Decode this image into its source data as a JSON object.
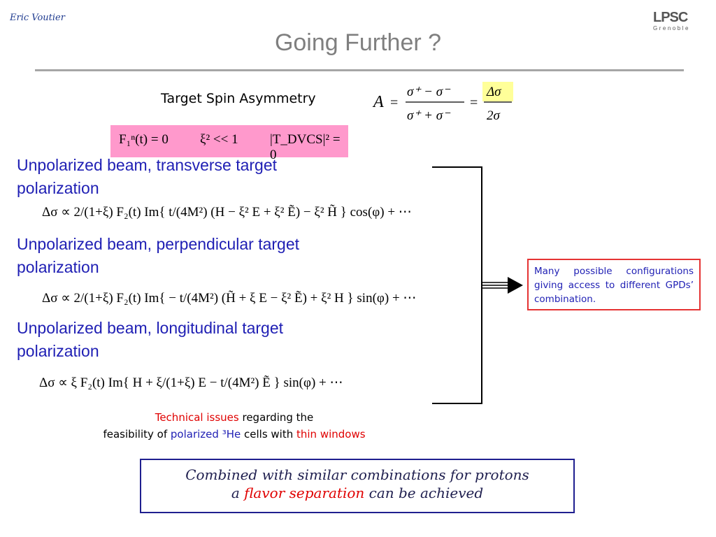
{
  "slide": {
    "author": "Eric Voutier",
    "logo_main": "LPSC",
    "logo_sub": "Grenoble",
    "title": "Going Further ?"
  },
  "asymmetry": {
    "label": "Target Spin Asymmetry",
    "A": "A",
    "num_a": "σ⁺ − σ⁻",
    "den_a": "σ⁺ + σ⁻",
    "num_b": "Δσ",
    "den_b": "2σ"
  },
  "conditions": {
    "c1": "F₁ⁿ(t) = 0",
    "c2": "ξ² << 1",
    "c3": "|T_DVCS|² = 0"
  },
  "sections": [
    {
      "heading_line1": "Unpolarized beam, transverse target",
      "heading_line2": "polarization",
      "formula": "Δσ ∝ 2/(1+ξ) F₂(t) Im{ t/(4M²) (H − ξ² E + ξ² Ẽ) − ξ² H̃ } cos(φ) + ⋯"
    },
    {
      "heading_line1": "Unpolarized beam, perpendicular target",
      "heading_line2": "polarization",
      "formula": "Δσ ∝ 2/(1+ξ) F₂(t) Im{ − t/(4M²) (H̃ + ξ E − ξ² Ẽ) + ξ² H } sin(φ) + ⋯"
    },
    {
      "heading_line1": "Unpolarized beam, longitudinal target",
      "heading_line2": "polarization",
      "formula": "Δσ ∝ ξ F₂(t) Im{ H + ξ/(1+ξ) E − t/(4M²) Ẽ } sin(φ) + ⋯"
    }
  ],
  "note": {
    "text": "Many possible configurations giving access to different GPDs’ combination."
  },
  "technical": {
    "w1": "Technical issues",
    "w2": " regarding the",
    "w3": "feasibility of ",
    "w4": "polarized",
    "w5": " ³He",
    "w6": " cells with ",
    "w7": "thin windows"
  },
  "conclusion": {
    "line1": "Combined with similar combinations for protons",
    "line2_a": "a ",
    "line2_b": "flavor separation",
    "line2_c": " can be achieved"
  },
  "colors": {
    "heading_blue": "#1f1fb4",
    "title_gray": "#7f7f7f",
    "pink": "#ff99cc",
    "highlight_yellow": "#ffff99",
    "red": "#e00000"
  }
}
